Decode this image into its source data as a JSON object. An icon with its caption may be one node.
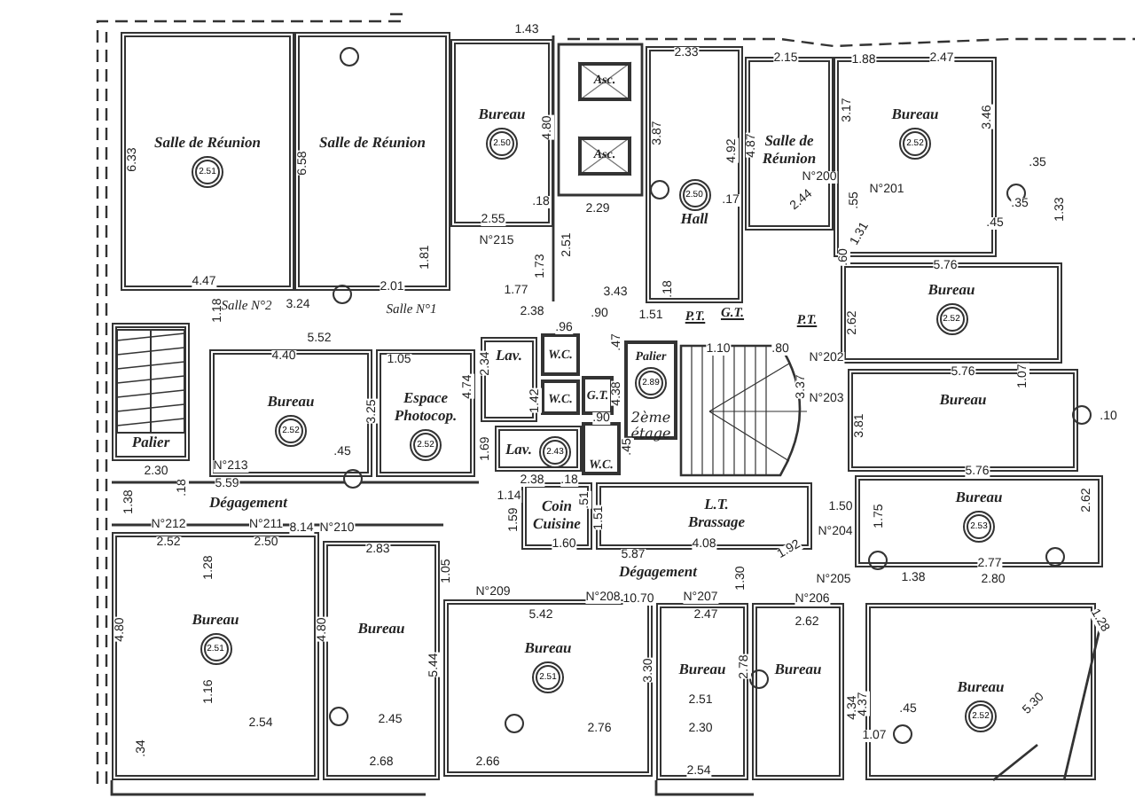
{
  "diagram": {
    "nodes": [
      {
        "text": [
          "Salle de Réunion",
          "2.51"
        ]
      },
      {
        "text": [
          "Salle de Réunion"
        ]
      },
      {
        "text": [
          "Bureau",
          "2.50"
        ]
      },
      {
        "text": [
          "Asc."
        ]
      },
      {
        "text": [
          "Asc."
        ]
      },
      {
        "text": [
          "2.50",
          "Hall"
        ]
      },
      {
        "text": [
          "Salle de Réunion"
        ]
      },
      {
        "text": [
          "Bureau",
          "2.52"
        ]
      },
      {
        "text": [
          "Bureau",
          "2.52"
        ]
      },
      {
        "text": [
          "Bureau"
        ]
      },
      {
        "text": [
          "Bureau",
          "2.53"
        ]
      },
      {
        "text": [
          "Bureau",
          "2.52"
        ]
      },
      {
        "text": [
          "Palier"
        ]
      },
      {
        "text": [
          "Bureau",
          "2.52"
        ]
      },
      {
        "text": [
          "Espace Photocop.",
          "2.52"
        ]
      },
      {
        "text": [
          "Lav."
        ]
      },
      {
        "text": [
          "W.C."
        ]
      },
      {
        "text": [
          "W.C."
        ]
      },
      {
        "text": [
          "G.T."
        ]
      },
      {
        "text": [
          "Lav.",
          "2.43"
        ]
      },
      {
        "text": [
          "W.C."
        ]
      },
      {
        "text": [
          "Palier",
          "2.89"
        ]
      },
      {
        "text": [
          "Coin Cuisine"
        ]
      },
      {
        "text": [
          "L.T. Brassage"
        ]
      },
      {
        "text": [
          "Dégagement"
        ]
      },
      {
        "text": [
          "Dégagement"
        ]
      },
      {
        "text": [
          "Bureau",
          "2.51"
        ]
      },
      {
        "text": [
          "Bureau"
        ]
      },
      {
        "text": [
          "Bureau",
          "2.51"
        ]
      },
      {
        "text": [
          "Bureau"
        ]
      },
      {
        "text": [
          "Bureau"
        ]
      }
    ],
    "labels": [
      "1.43",
      "2.33",
      "2.15",
      "1.88",
      "2.47",
      "6.33",
      "6.58",
      "4.80",
      "3.87",
      "4.92",
      "4.87",
      "3.17",
      "3.46",
      ".35",
      "N°200",
      "N°201",
      ".18",
      "2.29",
      ".17",
      "2.44",
      ".55",
      ".35",
      "1.33",
      "2.55",
      ".45",
      "1.31",
      "N°215",
      "2.51",
      "1.81",
      "1.73",
      ".60",
      "5.76",
      "4.47",
      "2.01",
      "1.77",
      "3.43",
      ".18",
      "1.18",
      "Salle N°2",
      "3.24",
      "Salle N°1",
      "2.38",
      ".90",
      "1.51",
      "P.T.",
      "G.T.",
      "P.T.",
      "2.62",
      "5.52",
      ".96",
      ".47",
      "1.10",
      ".80",
      "4.40",
      "1.05",
      "N°202",
      "2.34",
      "1.42",
      "5.76",
      "1.07",
      "4.74",
      "4.38",
      "3.37",
      "N°203",
      "3.25",
      ".10",
      "3.81",
      "1.69",
      ".90",
      ".45",
      ".45",
      "2.30",
      "N°213",
      "2.38",
      ".18",
      "5.76",
      ".18",
      "5.59",
      "1.38",
      "1.14",
      "1.59",
      ".51",
      "1.51",
      "1.50",
      "1.75",
      "2.62",
      "N°212",
      "N°211",
      "8.14",
      "N°210",
      "N°204",
      "2.52",
      "2.50",
      "2.83",
      "1.60",
      "5.87",
      "4.08",
      "1.92",
      "1.28",
      "1.05",
      "1.30",
      "N°205",
      "1.38",
      "2.77",
      "2.80",
      "N°209",
      "N°208",
      "10.70",
      "N°207",
      "N°206",
      "5.42",
      "2.47",
      "2.62",
      "1.28",
      "4.80",
      "4.80",
      "5.44",
      "3.30",
      "2.78",
      "1.16",
      "2.51",
      "4.34",
      "4.37",
      ".45",
      "5.30",
      "2.54",
      "2.45",
      "2.76",
      "2.30",
      "1.07",
      ".34",
      "2.68",
      "2.66",
      "2.54",
      "2ème étage"
    ]
  }
}
